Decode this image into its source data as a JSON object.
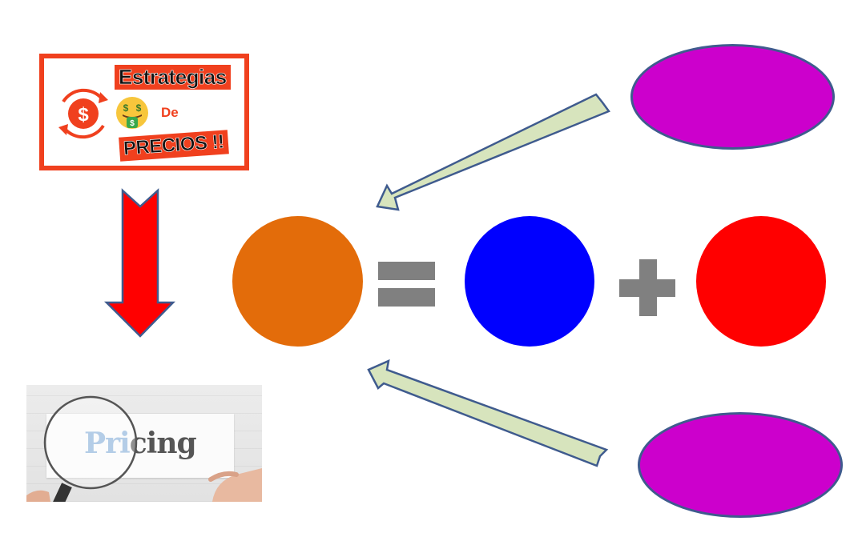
{
  "card": {
    "title_top": "Estrategias",
    "middle": "De",
    "title_bottom": "PRECIOS !!",
    "icons": [
      "dollar-cycle-icon",
      "money-mouth-face-icon"
    ],
    "frame_color": "#f0401e"
  },
  "pricing_image": {
    "word": "Pricing",
    "word_highlight": "Pri",
    "word_rest": "cing",
    "description": "magnifying glass over card with the word Pricing"
  },
  "equation": {
    "left": {
      "shape": "circle",
      "color": "#e36c0a"
    },
    "operator_equals": "=",
    "term1": {
      "shape": "circle",
      "color": "#0000ff"
    },
    "operator_plus": "+",
    "term2": {
      "shape": "circle",
      "color": "#ff0000"
    },
    "operator_color": "#808080"
  },
  "ellipses": [
    {
      "position": "top-right",
      "color": "#cc00cc",
      "border": "#3f5b8e"
    },
    {
      "position": "bottom-right",
      "color": "#cc00cc",
      "border": "#3f5b8e"
    }
  ],
  "arrows": [
    {
      "name": "down-arrow",
      "fill": "#ff0000",
      "stroke": "#3f5b8e",
      "from": "card",
      "to": "pricing_image"
    },
    {
      "name": "top-notched-arrow",
      "fill": "#d7e4bd",
      "stroke": "#3f5b8e",
      "from": "ellipse-top",
      "to": "orange-circle"
    },
    {
      "name": "bottom-notched-arrow",
      "fill": "#d7e4bd",
      "stroke": "#3f5b8e",
      "from": "ellipse-bottom",
      "to": "orange-circle"
    }
  ]
}
